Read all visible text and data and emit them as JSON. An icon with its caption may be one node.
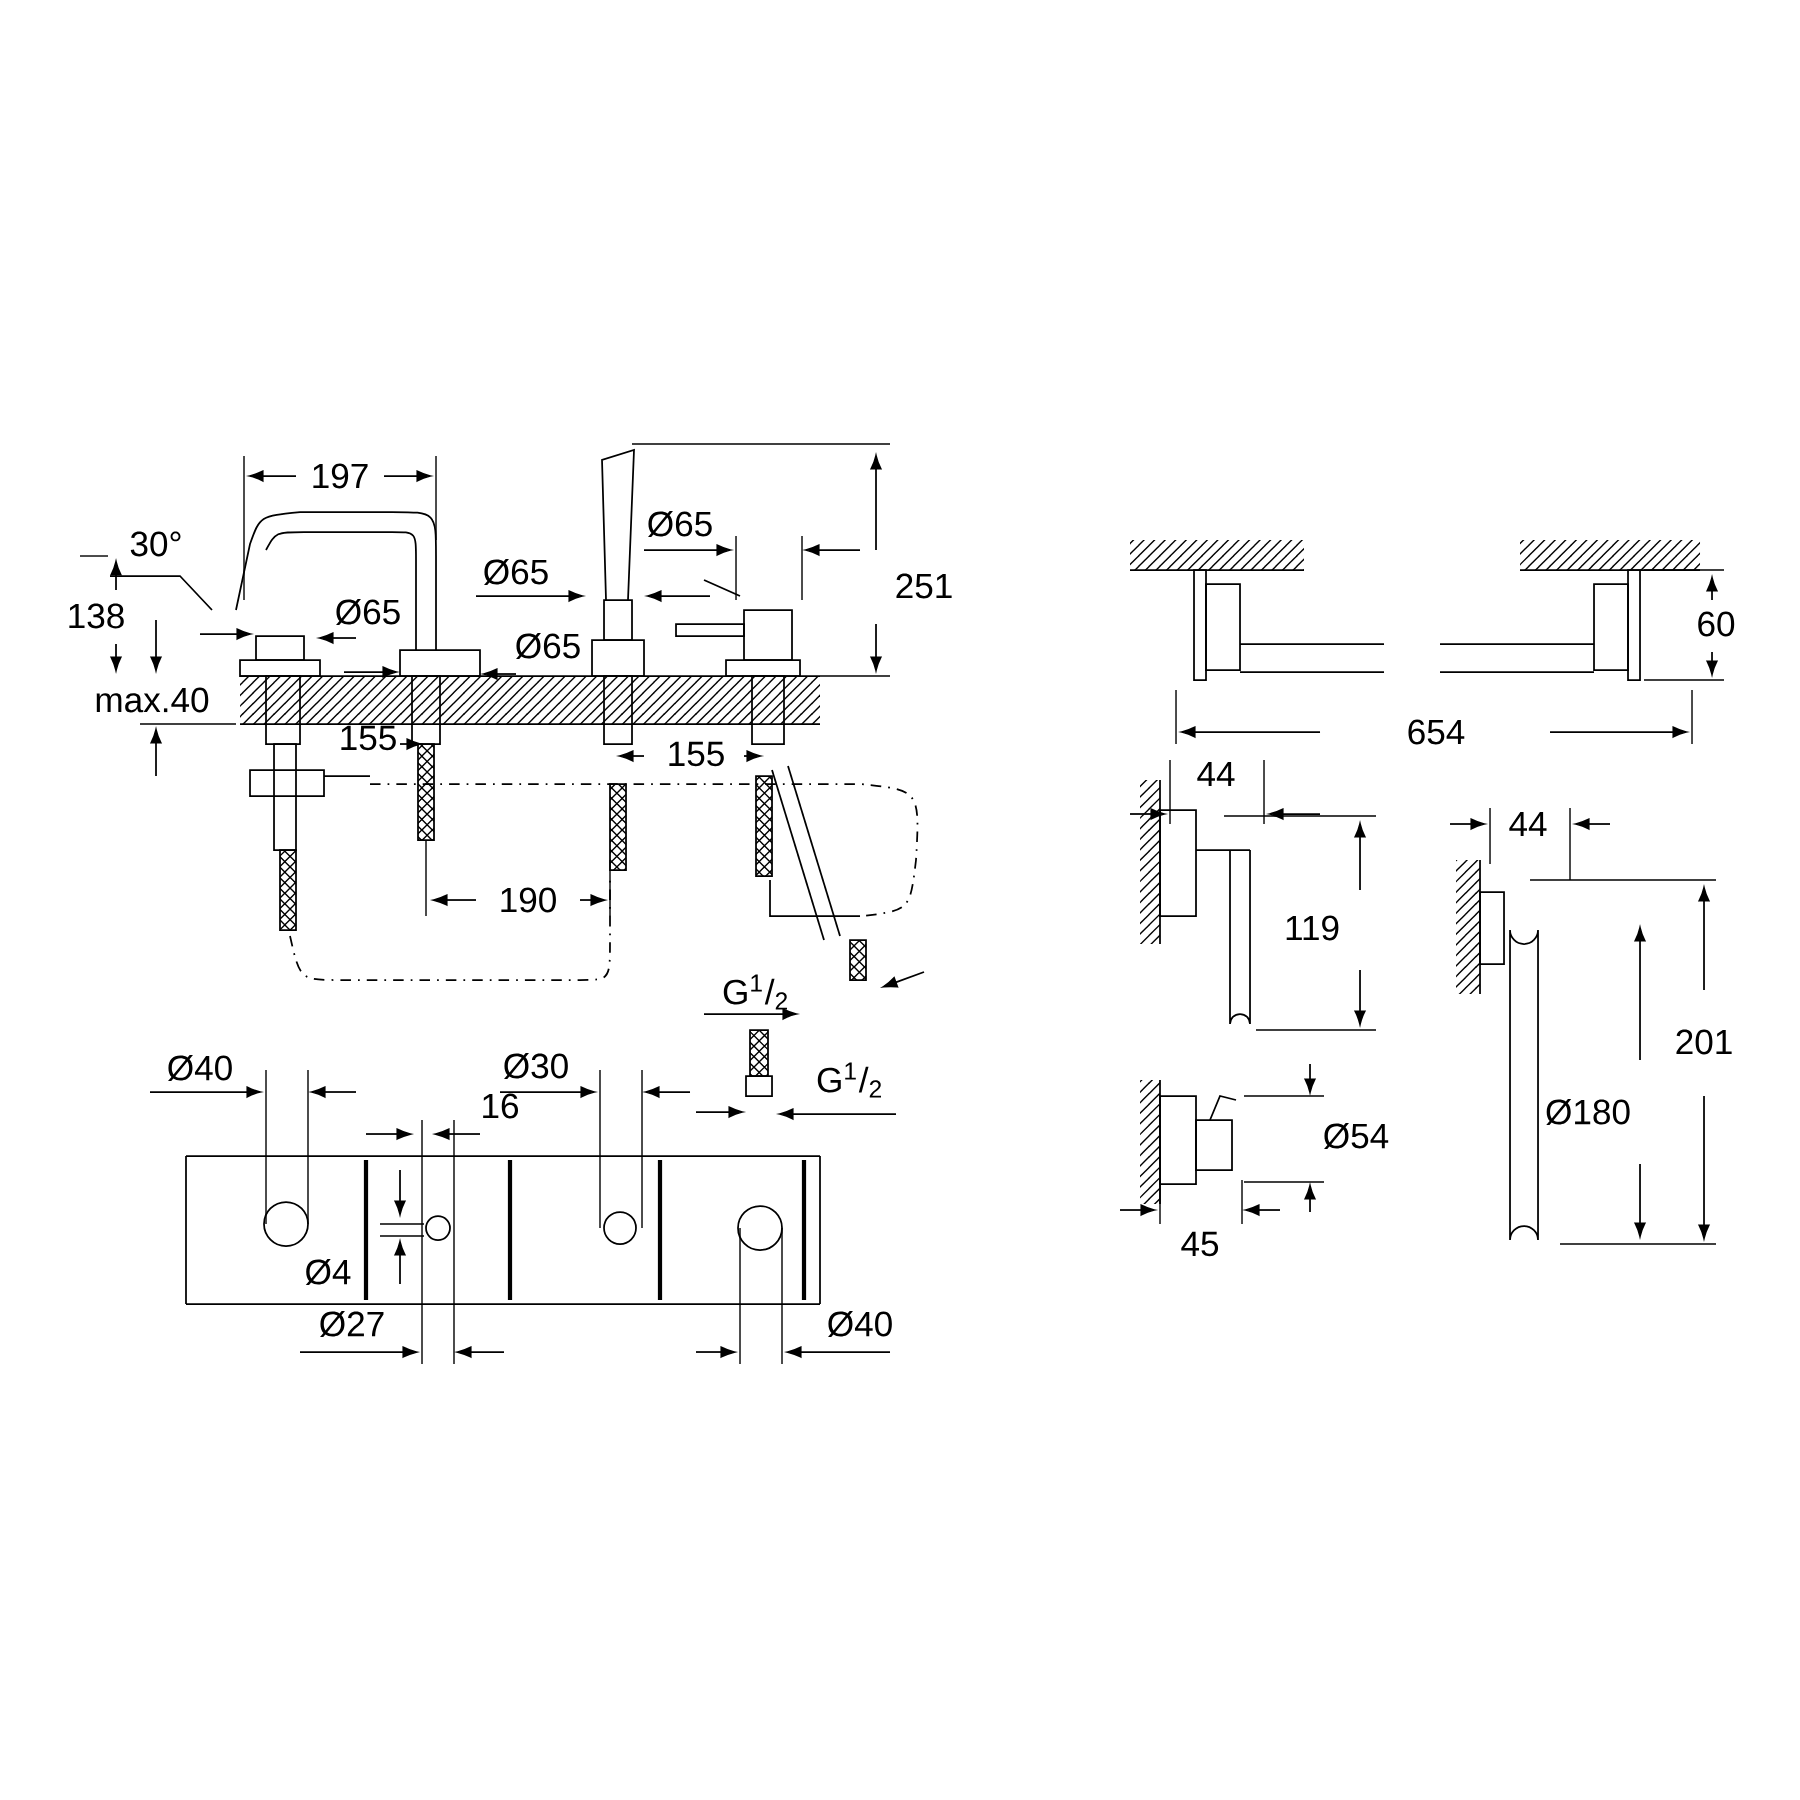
{
  "diagram": {
    "labels": [
      "197",
      "251",
      "30°",
      "Ø65",
      "Ø65",
      "138",
      "Ø65",
      "Ø65",
      "max.40",
      "155",
      "155",
      "190",
      "G$^{1}$/$_{2}$",
      "Ø40",
      "Ø30",
      "G$^{1}$/$_{2}$",
      "16",
      "Ø4",
      "Ø27",
      "Ø40",
      "60",
      "654",
      "44",
      "44",
      "119",
      "201",
      "Ø54",
      "Ø180",
      "45"
    ]
  }
}
